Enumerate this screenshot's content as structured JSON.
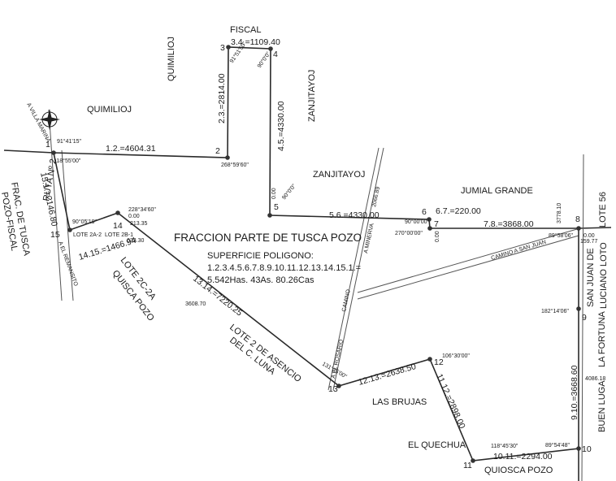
{
  "title": "FRACCION PARTE DE TUSCA POZO",
  "superficie": {
    "heading": "SUPERFICIE POLIGONO:",
    "polygon": "1.2.3.4.5.6.7.8.9.10.11.12.13.14.15.1.=",
    "area": "5.542Has. 43As. 80.26Cas"
  },
  "vertices": [
    "1",
    "2",
    "3",
    "4",
    "5",
    "6",
    "7",
    "8",
    "9",
    "10",
    "11",
    "12",
    "13",
    "14",
    "15"
  ],
  "sides": {
    "s12": "1.2.=4604.31",
    "s23": "2.3.=2814.00",
    "s34": "3.4.=1109.40",
    "s45": "4.5.=4330.00",
    "s56": "5.6.=4330.00",
    "s67": "6.7.=220.00",
    "s78": "7.8.=3868.00",
    "s910": "9.10.=3668.60",
    "s1011": "10.11.=2294.00",
    "s1112": "11.12.=2898.00",
    "s1213": "12.13.=2638.50",
    "s1314": "13.14.=7220.25",
    "s1415": "14.15.=1466.94",
    "s151": "15.1.=2146.80"
  },
  "angles": {
    "a1a": "91°41'15\"",
    "a1b": "118°55'00\"",
    "a2": "268°59'60\"",
    "a3": "91°51'50\"",
    "a4": "90°0'0\"",
    "a5": "90°0'0\"",
    "a7a": "90°00'00\"",
    "a7b": "270°00'00\"",
    "a8": "89°58'06\"",
    "a9": "182°14'06\"",
    "a10": "89°54'48\"",
    "a11": "118°45'30\"",
    "a12": "106°30'00\"",
    "a13": "131°25'00\"",
    "a14a": "228°34'60\"",
    "a14b": "0.00",
    "a15": "90°05'19\""
  },
  "aux": {
    "n0a": "0.00",
    "n0b": "0.00",
    "n0c": "0.00",
    "n2066": "2066.89",
    "n3778": "3778.10",
    "n15977": "159.77",
    "n21335": "213.35",
    "n63330": "633.30",
    "n3608": "3608.70",
    "n4086": "4086.18"
  },
  "places": {
    "fiscal": "FISCAL",
    "quimilioj_top": "QUIMILIOJ",
    "quimilioj_left": "QUIMILIOJ",
    "zanjitayoj_v": "ZANJITAYOJ",
    "zanjitayoj_h": "ZANJITAYOJ",
    "jumial": "JUMIAL GRANDE",
    "lote56": "LOTE 56",
    "sanjuan": "SAN JUAN DE",
    "lucianoloto": "LUCIANO LOTO",
    "lafortuna": "LA FORTUNA",
    "buenluga": "BUEN LUGA",
    "lasbrujas": "LAS BRUJAS",
    "elquechua": "EL QUECHUA",
    "quioscapozo": "QUIOSCA POZO",
    "lote2c2a": "LOTE 2C-2A",
    "quiscapozo": "QUISCA  POZO",
    "lote2asencio": "LOTE 2 DE ASENCIO",
    "delcluna": "DEL C. LUNA",
    "lote2a2": "LOTE 2A-2",
    "lote2b1": "LOTE 2B-1",
    "frac1": "FRAC. DE TUSCA",
    "frac2": "POZO-FISCAL",
    "ruta": "RUTA Nº 2"
  },
  "roads": {
    "villamarina": "A VILLA MARINA",
    "elremansito": "A EL REMANSITO",
    "caminosanjuan": "CAMINO A SAN JUAN",
    "aminerva": "A MINERVA",
    "camino": "CAMINO",
    "aelrosario": "A EL ROSARIO"
  }
}
